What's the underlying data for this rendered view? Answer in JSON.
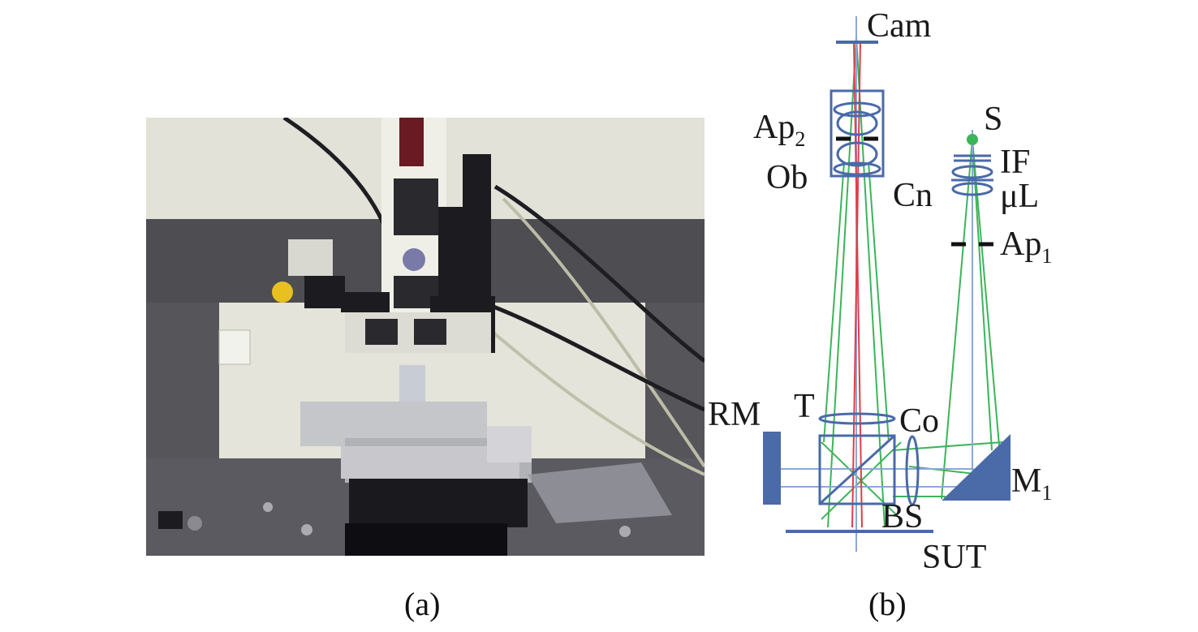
{
  "figure": {
    "panel_a": {
      "caption": "(a)"
    },
    "panel_b": {
      "caption": "(b)",
      "labels": {
        "cam": "Cam",
        "ap2_main": "Ap",
        "ap2_sub": "2",
        "ob": "Ob",
        "s": "S",
        "if": "IF",
        "cn": "Cn",
        "ul": "μL",
        "ap1_main": "Ap",
        "ap1_sub": "1",
        "rm": "RM",
        "t": "T",
        "co": "Co",
        "m1_main": "M",
        "m1_sub": "1",
        "bs": "BS",
        "sut": "SUT"
      }
    }
  },
  "colors": {
    "optics_blue": "#4a6aa8",
    "ray_green": "#3cb45a",
    "ray_red": "#e23c4a",
    "ray_blue": "#8aa8d8",
    "table_granite": "#4a4a4e",
    "wall": "#dcdcd2"
  }
}
